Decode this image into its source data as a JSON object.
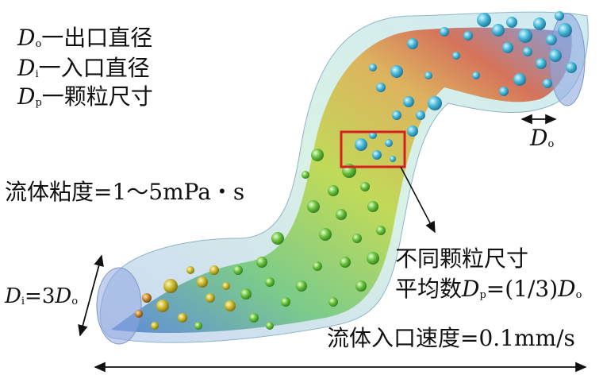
{
  "legend": {
    "do": {
      "sym": "D",
      "sub": "o",
      "desc": "一出口直径"
    },
    "di": {
      "sym": "D",
      "sub": "i",
      "desc": "一入口直径"
    },
    "dp": {
      "sym": "D",
      "sub": "p",
      "desc": "一颗粒尺寸"
    }
  },
  "viscosity": "流体粘度=1～5mPa・s",
  "outlet_label": {
    "sym": "D",
    "sub": "o"
  },
  "inlet_label": {
    "sym": "D",
    "sub": "i",
    "eq": "=3",
    "sym2": "D",
    "sub2": "o"
  },
  "callout": {
    "line1": "不同颗粒尺寸",
    "line2_prefix": "平均数",
    "line2_sym": "D",
    "line2_sub": "p",
    "line2_eq": "=(1/3)",
    "line2_sym2": "D",
    "line2_sub2": "o"
  },
  "inlet_speed": "流体入口速度=0.1mm/s",
  "colors": {
    "tube": "#bfe6ec",
    "highlight_box": "#d62020",
    "particle_blue": "#3fb6d6",
    "particle_green": "#6cc23a"
  }
}
